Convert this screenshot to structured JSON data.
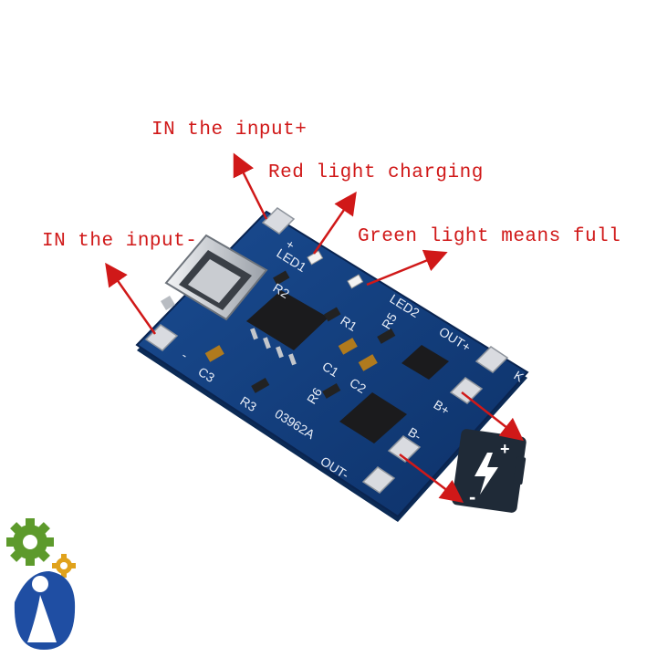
{
  "labels": {
    "in_plus": "IN the input+",
    "red_light": "Red light charging",
    "in_minus": "IN the input-",
    "green_light": "Green light means full"
  },
  "silkscreen": {
    "plus": "+",
    "minus": "-",
    "led1": "LED1",
    "led2": "LED2",
    "r1": "R1",
    "r2": "R2",
    "r3": "R3",
    "r5": "R5",
    "r6": "R6",
    "c1": "C1",
    "c2": "C2",
    "c3": "C3",
    "out_plus": "OUT+",
    "out_minus": "OUT-",
    "b_plus": "B+",
    "b_minus": "B-",
    "board_id": "03962A",
    "k": "K"
  },
  "battery_icon": {
    "icon": "battery-charging-icon",
    "plus": "+",
    "minus": "-"
  },
  "logo": {
    "icon": "gears-person-logo"
  },
  "colors": {
    "callout_red": "#d01818",
    "pcb_blue": "#123f7e",
    "pad_silver": "#d9dbe0",
    "battery_dark": "#1f2a37"
  }
}
